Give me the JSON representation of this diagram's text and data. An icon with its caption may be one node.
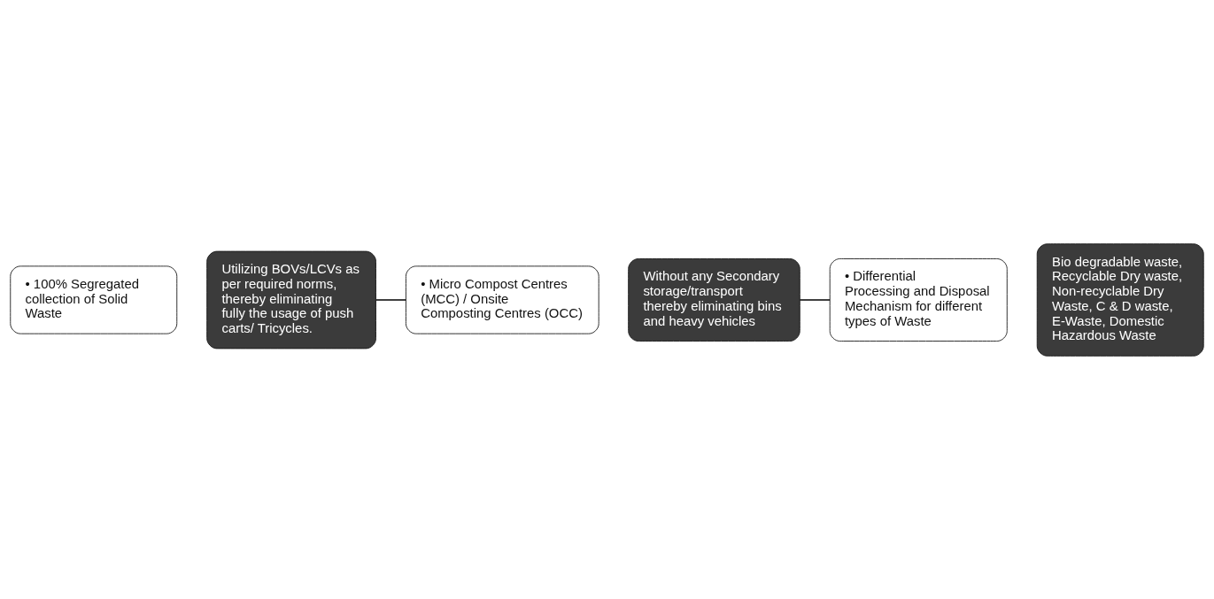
{
  "diagram": {
    "nodes": [
      {
        "text": [
          "• 100% Segregated collection of Solid Waste"
        ]
      },
      {
        "text": [
          "Utilizing BOVs/LCVs as per required norms, thereby eliminating fully the usage of push carts/ Tricycles."
        ]
      },
      {
        "text": [
          "Without any Secondary storage/transport thereby eliminating bins and heavy vehicles"
        ]
      },
      {
        "text": [
          "• Micro Compost Centres (MCC) / Onsite Composting Centres (OCC)"
        ]
      },
      {
        "text": [
          "• Differential Processing and Disposal Mechanism for different types of Waste"
        ]
      },
      {
        "text": [
          "Bio degradable waste, Recyclable Dry waste, Non-recyclable Dry Waste, C & D waste, E-Waste, Domestic Hazardous Waste"
        ]
      }
    ],
    "edges": [
      {
        "from": 1,
        "to": 3,
        "arrow": "none"
      },
      {
        "from": 2,
        "to": 4,
        "arrow": "none"
      }
    ]
  }
}
